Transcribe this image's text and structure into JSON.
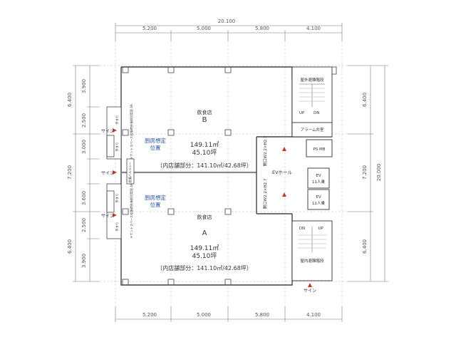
{
  "dimensions": {
    "top_total": "20.100",
    "top_spans": [
      "5.200",
      "5.000",
      "5.800",
      "4.100"
    ],
    "bottom_spans": [
      "5.200",
      "5.000",
      "5.800",
      "4.100"
    ],
    "right_total": "20.000",
    "right_spans": [
      "6.400",
      "7.200",
      "6.400"
    ],
    "left_outer": [
      "6.400",
      "7.200",
      "6.400"
    ],
    "left_inner": [
      "3.900",
      "2.500",
      "3.000",
      "3.600",
      "2.500",
      "3.900"
    ]
  },
  "store_b": {
    "type": "飲食店",
    "label": "B",
    "area_m2": "149.11㎡",
    "area_tsubo": "45.10坪",
    "inner_area": "（内店舗部分：141.10㎡/42.68坪）",
    "kitchen": [
      "厨房想定",
      "位置"
    ]
  },
  "store_a": {
    "type": "飲食店",
    "label": "A",
    "area_m2": "149.11㎡",
    "area_tsubo": "45.10坪",
    "inner_area": "（内店舗部分：141.10㎡/42.68坪）",
    "kitchen": [
      "厨房想定",
      "位置"
    ]
  },
  "core": {
    "outdoor_stair": "屋外避難階段",
    "indoor_stair": "屋内避難階段",
    "up": "UP",
    "dn": "DN",
    "alarm": "アラーム弁室",
    "psmb": "PS MB",
    "ev_hall": "EVホール",
    "ev1": [
      "EV",
      "11人乗"
    ],
    "ev2": [
      "EV",
      "11人乗"
    ],
    "door_upper": "開口W2.2×H2.7",
    "door_lower": "開口W2.2×H2.7"
  },
  "left_side": {
    "signs": [
      "サイン",
      "サイン",
      "サイン"
    ],
    "handrails": [
      "手すり",
      "手すり",
      "手すり",
      "手すり"
    ],
    "cubicle_upper": "テナントスペース拡張時外装取付用窓 4A",
    "cubicle_lower": "テナントスペース拡張時外装取付用窓 4A",
    "duct_corner": "設備バルコニー"
  },
  "bottom_sign": "サイン",
  "colors": {
    "line": "#666666",
    "wall": "#444444",
    "marker": "#c0392b",
    "accent": "#2a4fa8"
  }
}
